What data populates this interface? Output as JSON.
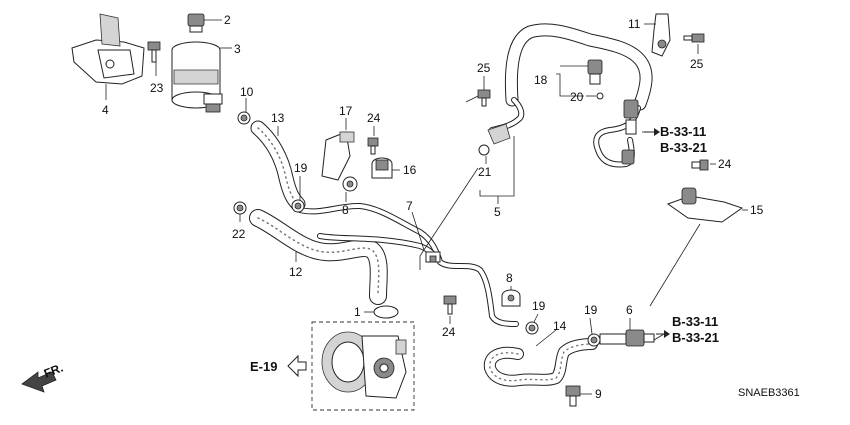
{
  "callouts": [
    {
      "id": "c2",
      "label": "2"
    },
    {
      "id": "c3",
      "label": "3"
    },
    {
      "id": "c4",
      "label": "4"
    },
    {
      "id": "c23",
      "label": "23"
    },
    {
      "id": "c10",
      "label": "10"
    },
    {
      "id": "c13",
      "label": "13"
    },
    {
      "id": "c19a",
      "label": "19"
    },
    {
      "id": "c22",
      "label": "22"
    },
    {
      "id": "c12",
      "label": "12"
    },
    {
      "id": "c17",
      "label": "17"
    },
    {
      "id": "c24a",
      "label": "24"
    },
    {
      "id": "c16",
      "label": "16"
    },
    {
      "id": "c8a",
      "label": "8"
    },
    {
      "id": "c7",
      "label": "7"
    },
    {
      "id": "c25a",
      "label": "25"
    },
    {
      "id": "c21",
      "label": "21"
    },
    {
      "id": "c5",
      "label": "5"
    },
    {
      "id": "c18",
      "label": "18"
    },
    {
      "id": "c20",
      "label": "20"
    },
    {
      "id": "c11",
      "label": "11"
    },
    {
      "id": "c25b",
      "label": "25"
    },
    {
      "id": "c24b",
      "label": "24"
    },
    {
      "id": "c15",
      "label": "15"
    },
    {
      "id": "c1",
      "label": "1"
    },
    {
      "id": "c24c",
      "label": "24"
    },
    {
      "id": "c8b",
      "label": "8"
    },
    {
      "id": "c19b",
      "label": "19"
    },
    {
      "id": "c14",
      "label": "14"
    },
    {
      "id": "c19c",
      "label": "19"
    },
    {
      "id": "c6",
      "label": "6"
    },
    {
      "id": "c9",
      "label": "9"
    }
  ],
  "references": {
    "top_a": "B-33-11",
    "top_b": "B-33-21",
    "bottom_a": "B-33-11",
    "bottom_b": "B-33-21",
    "engine": "E-19"
  },
  "front_label": "FR.",
  "diagram_code": "SNAEB3361"
}
